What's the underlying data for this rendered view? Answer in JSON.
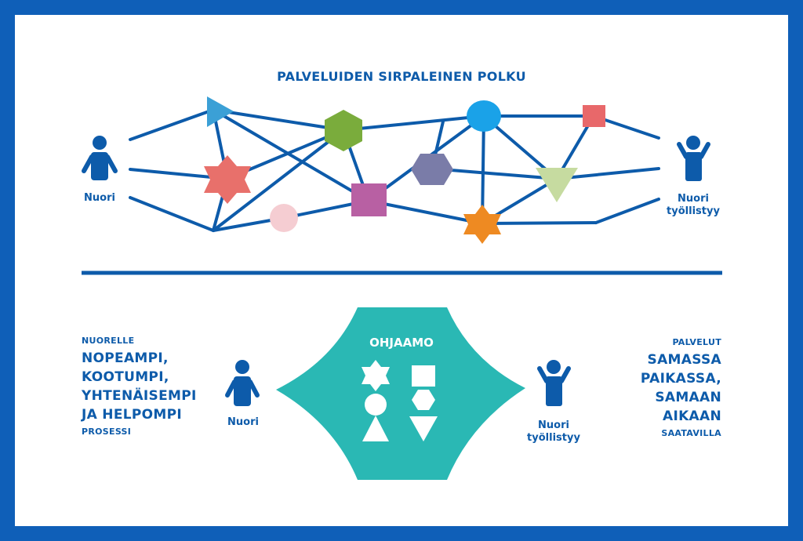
{
  "colors": {
    "border": "#0f5fb8",
    "line": "#0d5baa",
    "ohjaamo": "#2ab8b4",
    "triangle": "#3ba0d6",
    "star_left": "#e8706b",
    "hexagon_green": "#7aac3c",
    "square_purple": "#b860a3",
    "circle_pink": "#f5cdd2",
    "hexagon_slate": "#7a7ca8",
    "circle_cyan": "#1aa2e8",
    "square_red": "#e8686a",
    "triangle_green": "#c6dba0",
    "star_orange": "#ee8a22"
  },
  "top": {
    "title": "PALVELUIDEN SIRPALEINEN POLKU",
    "person_left_label": "Nuori",
    "person_right_label_1": "Nuori",
    "person_right_label_2": "työllistyy"
  },
  "bottom": {
    "left_small_top": "NUORELLE",
    "left_big": [
      "NOPEAMPI,",
      "KOOTUMPI,",
      "YHTENÄISEMPI",
      "JA HELPOMPI"
    ],
    "left_small_bottom": "PROSESSI",
    "person_left_label": "Nuori",
    "center_title": "OHJAAMO",
    "person_right_label_1": "Nuori",
    "person_right_label_2": "työllistyy",
    "right_small_top": "PALVELUT",
    "right_big": [
      "SAMASSA",
      "PAIKASSA,",
      "SAMAAN",
      "AIKAAN"
    ],
    "right_small_bottom": "SAATAVILLA"
  }
}
